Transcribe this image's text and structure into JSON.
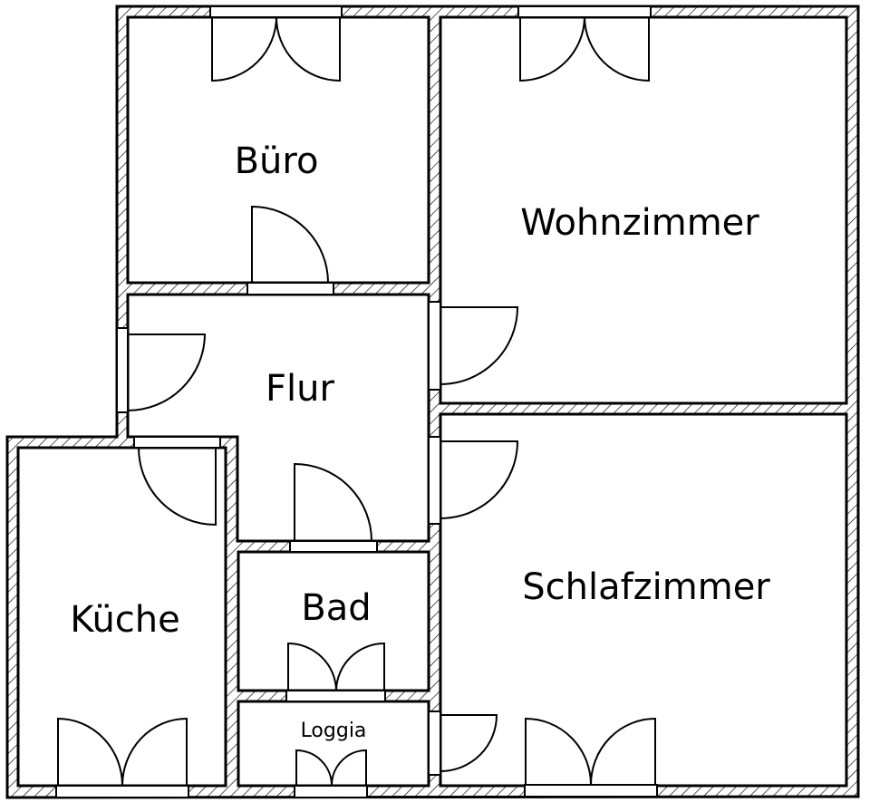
{
  "floor_plan": {
    "rooms": {
      "buero": "Büro",
      "wohnzimmer": "Wohnzimmer",
      "flur": "Flur",
      "kueche": "Küche",
      "bad": "Bad",
      "loggia": "Loggia",
      "schlafzimmer": "Schlafzimmer"
    },
    "colors": {
      "wall_line": "#000000",
      "background": "#ffffff"
    }
  }
}
